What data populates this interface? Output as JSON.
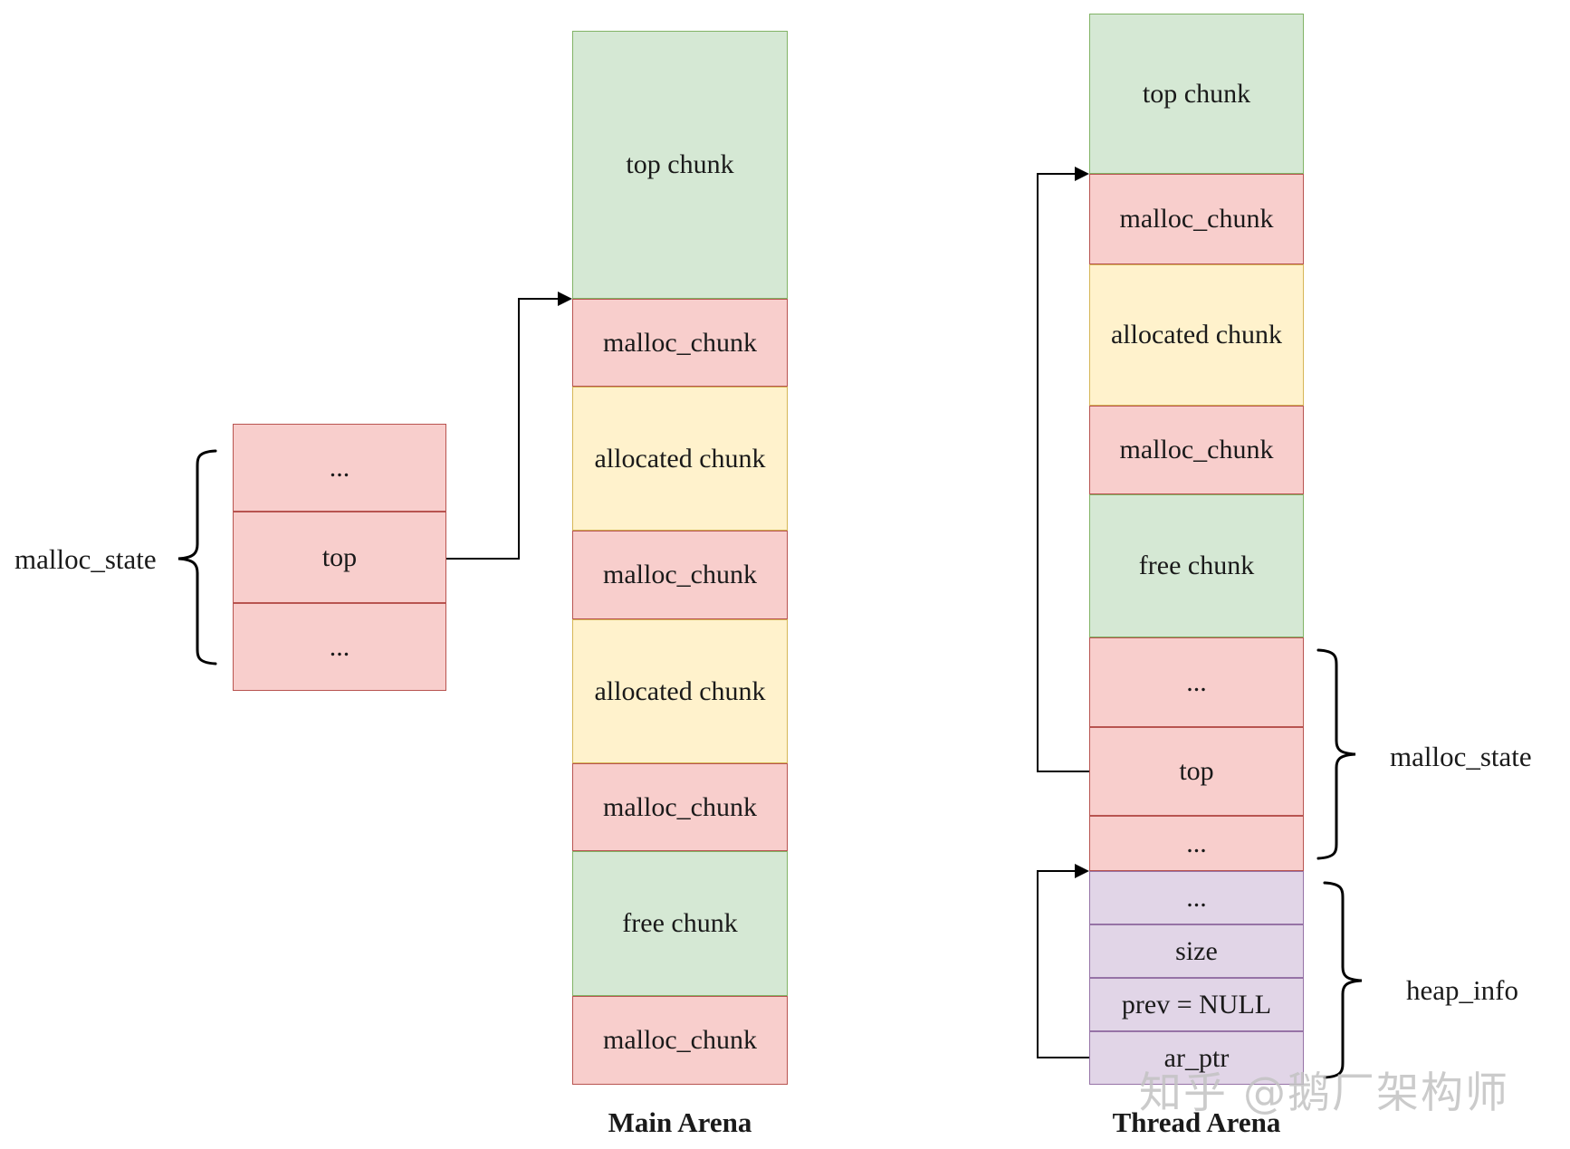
{
  "diagram": {
    "description_labels": {
      "malloc_state_left": "malloc_state",
      "malloc_state_right": "malloc_state",
      "heap_info": "heap_info"
    },
    "left_struct": {
      "rows": [
        {
          "label": "...",
          "kind": "pink"
        },
        {
          "label": "top",
          "kind": "pink"
        },
        {
          "label": "...",
          "kind": "pink"
        }
      ]
    },
    "main_arena": {
      "title": "Main Arena",
      "rows": [
        {
          "label": "top chunk",
          "kind": "green"
        },
        {
          "label": "malloc_chunk",
          "kind": "pink"
        },
        {
          "label": "allocated chunk",
          "kind": "yellow"
        },
        {
          "label": "malloc_chunk",
          "kind": "pink"
        },
        {
          "label": "allocated chunk",
          "kind": "yellow"
        },
        {
          "label": "malloc_chunk",
          "kind": "pink"
        },
        {
          "label": "free chunk",
          "kind": "green"
        },
        {
          "label": "malloc_chunk",
          "kind": "pink"
        }
      ]
    },
    "thread_arena": {
      "title": "Thread Arena",
      "rows": [
        {
          "label": "top chunk",
          "kind": "green"
        },
        {
          "label": "malloc_chunk",
          "kind": "pink"
        },
        {
          "label": "allocated chunk",
          "kind": "yellow"
        },
        {
          "label": "malloc_chunk",
          "kind": "pink"
        },
        {
          "label": "free chunk",
          "kind": "green"
        },
        {
          "label": "...",
          "kind": "pink"
        },
        {
          "label": "top",
          "kind": "pink"
        },
        {
          "label": "...",
          "kind": "pink"
        },
        {
          "label": "...",
          "kind": "purple"
        },
        {
          "label": "size",
          "kind": "purple"
        },
        {
          "label": "prev = NULL",
          "kind": "purple"
        },
        {
          "label": "ar_ptr",
          "kind": "purple"
        }
      ]
    },
    "colors": {
      "free_chunk_fill": "#d5e8d4",
      "free_chunk_border": "#82b366",
      "malloc_chunk_fill": "#f8cecc",
      "malloc_chunk_border": "#b85450",
      "allocated_chunk_fill": "#fff2cc",
      "allocated_chunk_border": "#d6b656",
      "heap_info_fill": "#e1d5e7",
      "heap_info_border": "#9673a6",
      "arrow": "#000000",
      "watermark": "#c3c3c3"
    },
    "watermark": "知乎 @鹅厂架构师"
  }
}
